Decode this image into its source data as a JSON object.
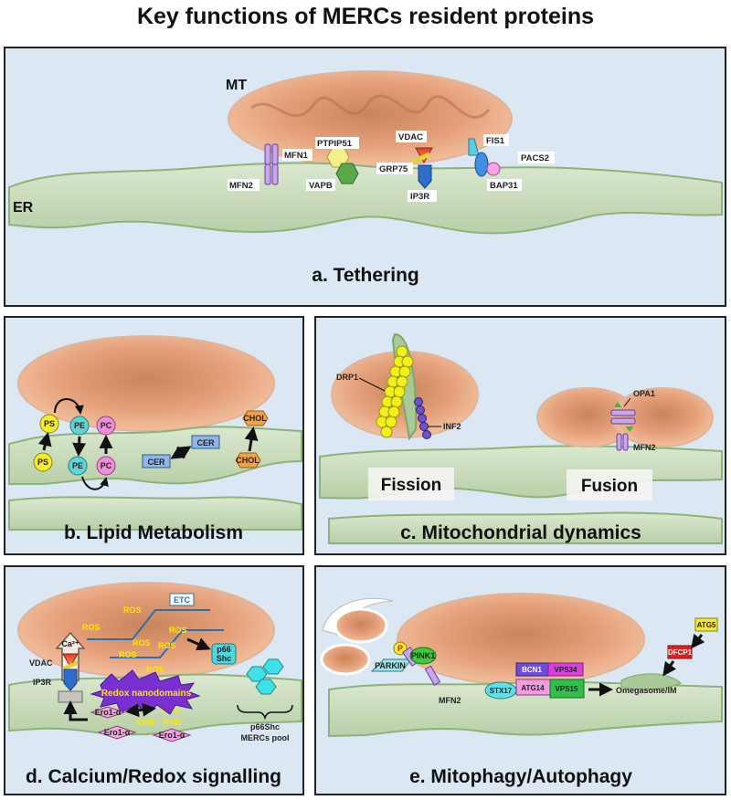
{
  "title": "Key functions of MERCs resident proteins",
  "colors": {
    "panel_bg": "#dbe7f3",
    "mito_fill": "#eaa87e",
    "er_fill": "#c7d9b9",
    "er_stroke": "#8db27a",
    "ros_text": "#ffe600"
  },
  "panels": {
    "a": {
      "title": "a. Tethering",
      "labels": {
        "mt": "MT",
        "er": "ER",
        "mfn1": "MFN1",
        "mfn2": "MFN2",
        "ptpip51": "PTPIP51",
        "vapb": "VAPB",
        "vdac": "VDAC",
        "grp75": "GRP75",
        "ip3r": "IP3R",
        "fis1": "FIS1",
        "pacs2": "PACS2",
        "bap31": "BAP31"
      }
    },
    "b": {
      "title": "b. Lipid Metabolism",
      "labels": {
        "ps": "PS",
        "pe": "PE",
        "pc": "PC",
        "cer": "CER",
        "chol": "CHOL"
      }
    },
    "c": {
      "title": "c. Mitochondrial dynamics",
      "labels": {
        "drp1": "DRP1",
        "inf2": "INF2",
        "opa1": "OPA1",
        "mfn2": "MFN2",
        "fission": "Fission",
        "fusion": "Fusion"
      }
    },
    "d": {
      "title": "d. Calcium/Redox signalling",
      "labels": {
        "etc": "ETC",
        "ros": "ROS",
        "ca": "Ca²⁺",
        "vdac": "VDAC",
        "ip3r": "IP3R",
        "redox": "Redox nanodomains",
        "p66_line1": "p66",
        "p66_line2": "Shc",
        "ero1": "Ero1-α",
        "pool_line1": "p66Shc",
        "pool_line2": "MERCs pool"
      }
    },
    "e": {
      "title": "e. Mitophagy/Autophagy",
      "labels": {
        "p": "P",
        "parkin": "PARKIN",
        "pink1": "PINK1",
        "mfn2": "MFN2",
        "bcn1": "BCN1",
        "vps34": "VPS34",
        "stx17": "STX17",
        "atg14": "ATG14",
        "vps15": "VPS15",
        "omegasome": "Omegasome/IM",
        "dfcp1": "DFCP1",
        "atg5": "ATG5"
      }
    }
  }
}
